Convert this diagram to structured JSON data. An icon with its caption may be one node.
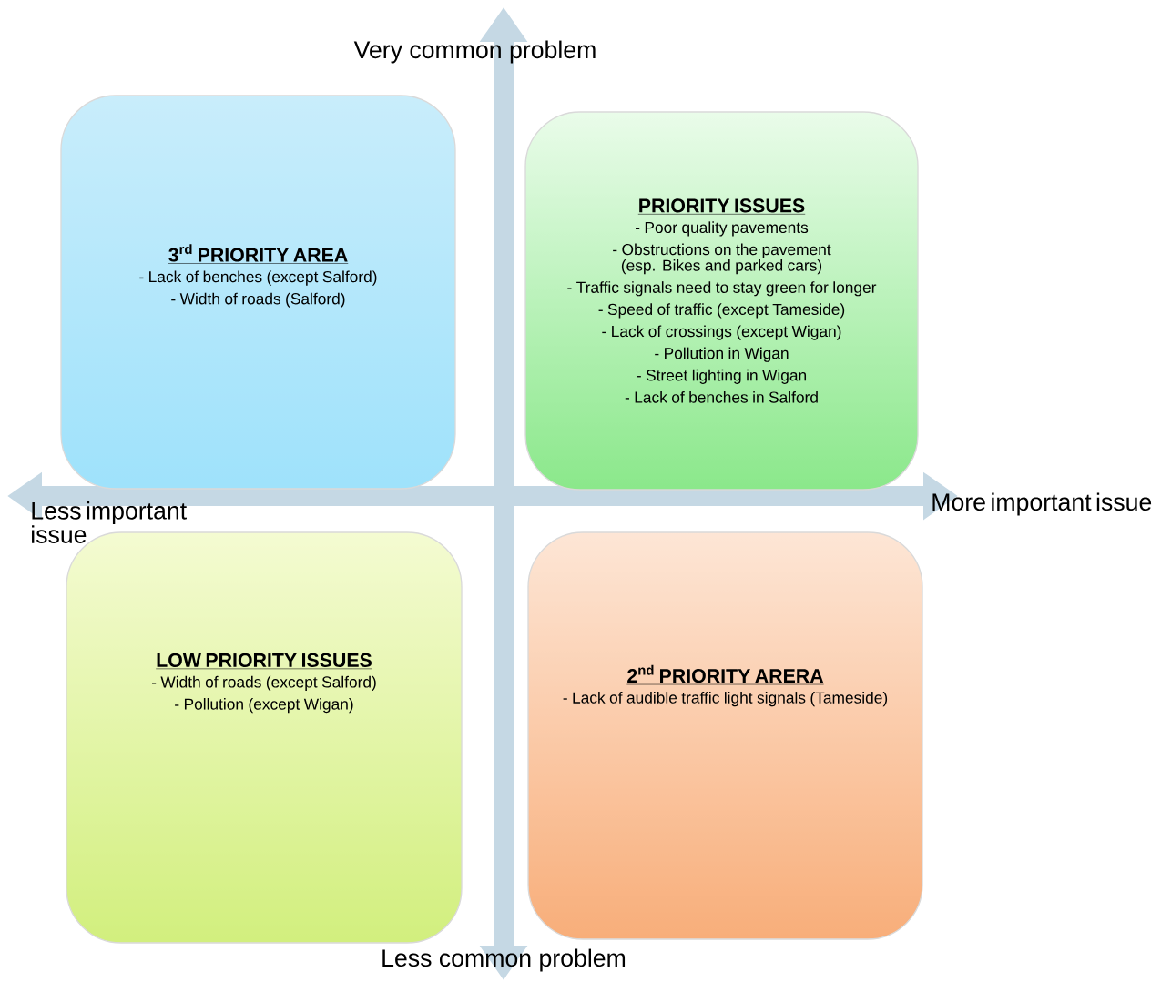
{
  "diagram": {
    "nodes": [
      {
        "text": [
          "3$^{rd}$ PRIORITY AREA",
          "- Lack of benches (except Salford)",
          "- Width of roads (Salford)"
        ]
      },
      {
        "text": [
          "PRIORITY ISSUES",
          "- Poor quality pavements",
          "- Obstructions on the pavement (esp. Bikes and parked cars)",
          "- Traffic signals need to stay green for longer",
          "- Speed of traffic (except Tameside)",
          "- Lack of crossings (except Wigan)",
          "- Pollution in Wigan",
          "- Street lighting in Wigan",
          "- Lack of benches in Salford"
        ]
      },
      {
        "text": [
          "LOW PRIORITY ISSUES",
          "- Width of roads (except Salford)",
          "- Pollution (except Wigan)"
        ]
      },
      {
        "text": [
          "2$^{nd}$ PRIORITY ARERA",
          "- Lack of audible traffic light signals (Tameside)"
        ]
      }
    ],
    "labels": [
      "Very common problem",
      "Less important issue",
      "More important issue",
      "Less common problem"
    ]
  }
}
